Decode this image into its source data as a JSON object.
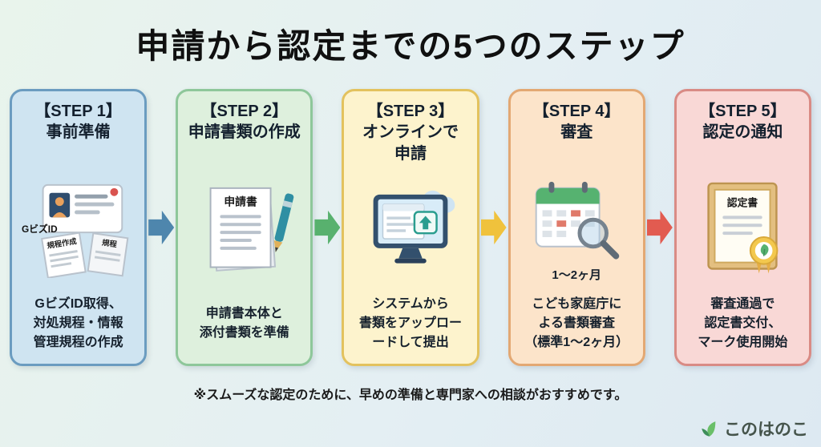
{
  "title": "申請から認定までの5つのステップ",
  "steps": [
    {
      "label": "【STEP 1】",
      "heading": "事前準備",
      "description": "GビズID取得、\n対処規程・情報\n管理規程の作成",
      "icon": {
        "id_label": "GビズID",
        "paper1": "規程作成",
        "paper2": "規程"
      }
    },
    {
      "label": "【STEP 2】",
      "heading": "申請書類の作成",
      "description": "申請書本体と\n添付書類を準備",
      "icon": {
        "doc_title": "申請書"
      }
    },
    {
      "label": "【STEP 3】",
      "heading": "オンラインで\n申請",
      "description": "システムから\n書類をアップロー\nードして提出",
      "icon": {}
    },
    {
      "label": "【STEP 4】",
      "heading": "審査",
      "description": "こども家庭庁に\nよる書類審査\n（標準1〜2ヶ月）",
      "icon": {
        "duration": "1〜2ヶ月"
      }
    },
    {
      "label": "【STEP 5】",
      "heading": "認定の通知",
      "description": "審査通過で\n認定書交付、\nマーク使用開始",
      "icon": {
        "cert_title": "認定書"
      }
    }
  ],
  "note": "※スムーズな認定のために、早めの準備と専門家への相談がおすすめです。",
  "logo": {
    "text": "このはのこ"
  },
  "palette": {
    "card1_bg": "#cfe4f1",
    "card1_border": "#6b9cc0",
    "card2_bg": "#def0dd",
    "card2_border": "#8ec79a",
    "card3_bg": "#fdf3cd",
    "card3_border": "#e3c25e",
    "card4_bg": "#fce4ca",
    "card4_border": "#e3a873",
    "card5_bg": "#f9d8d6",
    "card5_border": "#d98b85",
    "arrow1": "#4e86ad",
    "arrow2": "#58b16e",
    "arrow3": "#f0c23c",
    "arrow4": "#e25b50"
  }
}
